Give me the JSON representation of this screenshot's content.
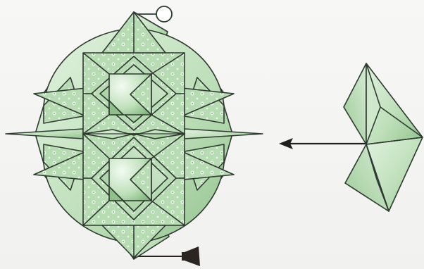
{
  "diagram": {
    "type": "origami-assembly-step",
    "elements": [
      {
        "name": "assembled-ornament",
        "description_icon": "ornament-model"
      },
      {
        "name": "hanging-loop",
        "description_icon": "loop-icon"
      },
      {
        "name": "tassel",
        "description_icon": "tassel-icon"
      },
      {
        "name": "insertion-arrow",
        "description_icon": "arrow-left-icon"
      },
      {
        "name": "loose-unit",
        "description_icon": "folded-unit-icon"
      }
    ],
    "colors": {
      "background": "#f4f4f2",
      "paper_light": "#d9eed7",
      "paper_mid": "#b9dcb5",
      "paper_dark": "#8fc08a",
      "outline": "#2e3a2f",
      "pattern_dot": "#ffffff",
      "tassel": "#2a2520"
    }
  }
}
